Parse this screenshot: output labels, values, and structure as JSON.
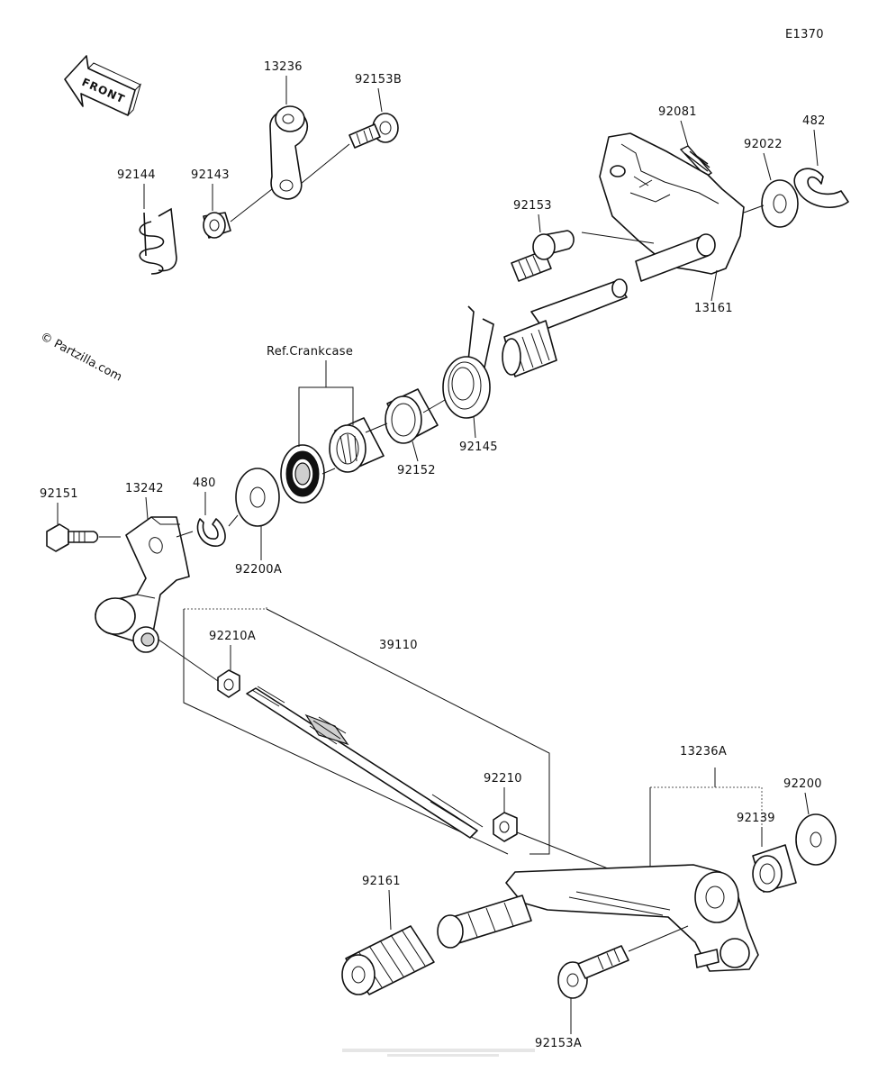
{
  "diagram_code": "E1370",
  "watermark": "© Partzilla.com",
  "front_label": "FRONT",
  "ref_label": "Ref.Crankcase",
  "parts": [
    {
      "id": "p13236",
      "label": "13236"
    },
    {
      "id": "p92153B",
      "label": "92153B"
    },
    {
      "id": "p92144",
      "label": "92144"
    },
    {
      "id": "p92143",
      "label": "92143"
    },
    {
      "id": "p92081",
      "label": "92081"
    },
    {
      "id": "p482",
      "label": "482"
    },
    {
      "id": "p92022",
      "label": "92022"
    },
    {
      "id": "p92153",
      "label": "92153"
    },
    {
      "id": "p13161",
      "label": "13161"
    },
    {
      "id": "p92145",
      "label": "92145"
    },
    {
      "id": "p92152",
      "label": "92152"
    },
    {
      "id": "p92151",
      "label": "92151"
    },
    {
      "id": "p13242",
      "label": "13242"
    },
    {
      "id": "p480",
      "label": "480"
    },
    {
      "id": "p92200A",
      "label": "92200A"
    },
    {
      "id": "p92210A",
      "label": "92210A"
    },
    {
      "id": "p39110",
      "label": "39110"
    },
    {
      "id": "p92210",
      "label": "92210"
    },
    {
      "id": "p13236A",
      "label": "13236A"
    },
    {
      "id": "p92200",
      "label": "92200"
    },
    {
      "id": "p92139",
      "label": "92139"
    },
    {
      "id": "p92161",
      "label": "92161"
    },
    {
      "id": "p92153A",
      "label": "92153A"
    }
  ]
}
